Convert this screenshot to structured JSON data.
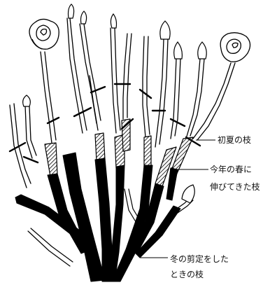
{
  "labels": {
    "summer_branch": "初夏の枝",
    "spring_branch_line1": "今年の春に",
    "spring_branch_line2": "伸びてきた枝",
    "winter_branch_line1": "冬の剪定をした",
    "winter_branch_line2": "ときの枝"
  },
  "legend_colors": {
    "winter_branch": "#000000",
    "spring_branch": "hatched",
    "summer_branch": "#ffffff"
  }
}
